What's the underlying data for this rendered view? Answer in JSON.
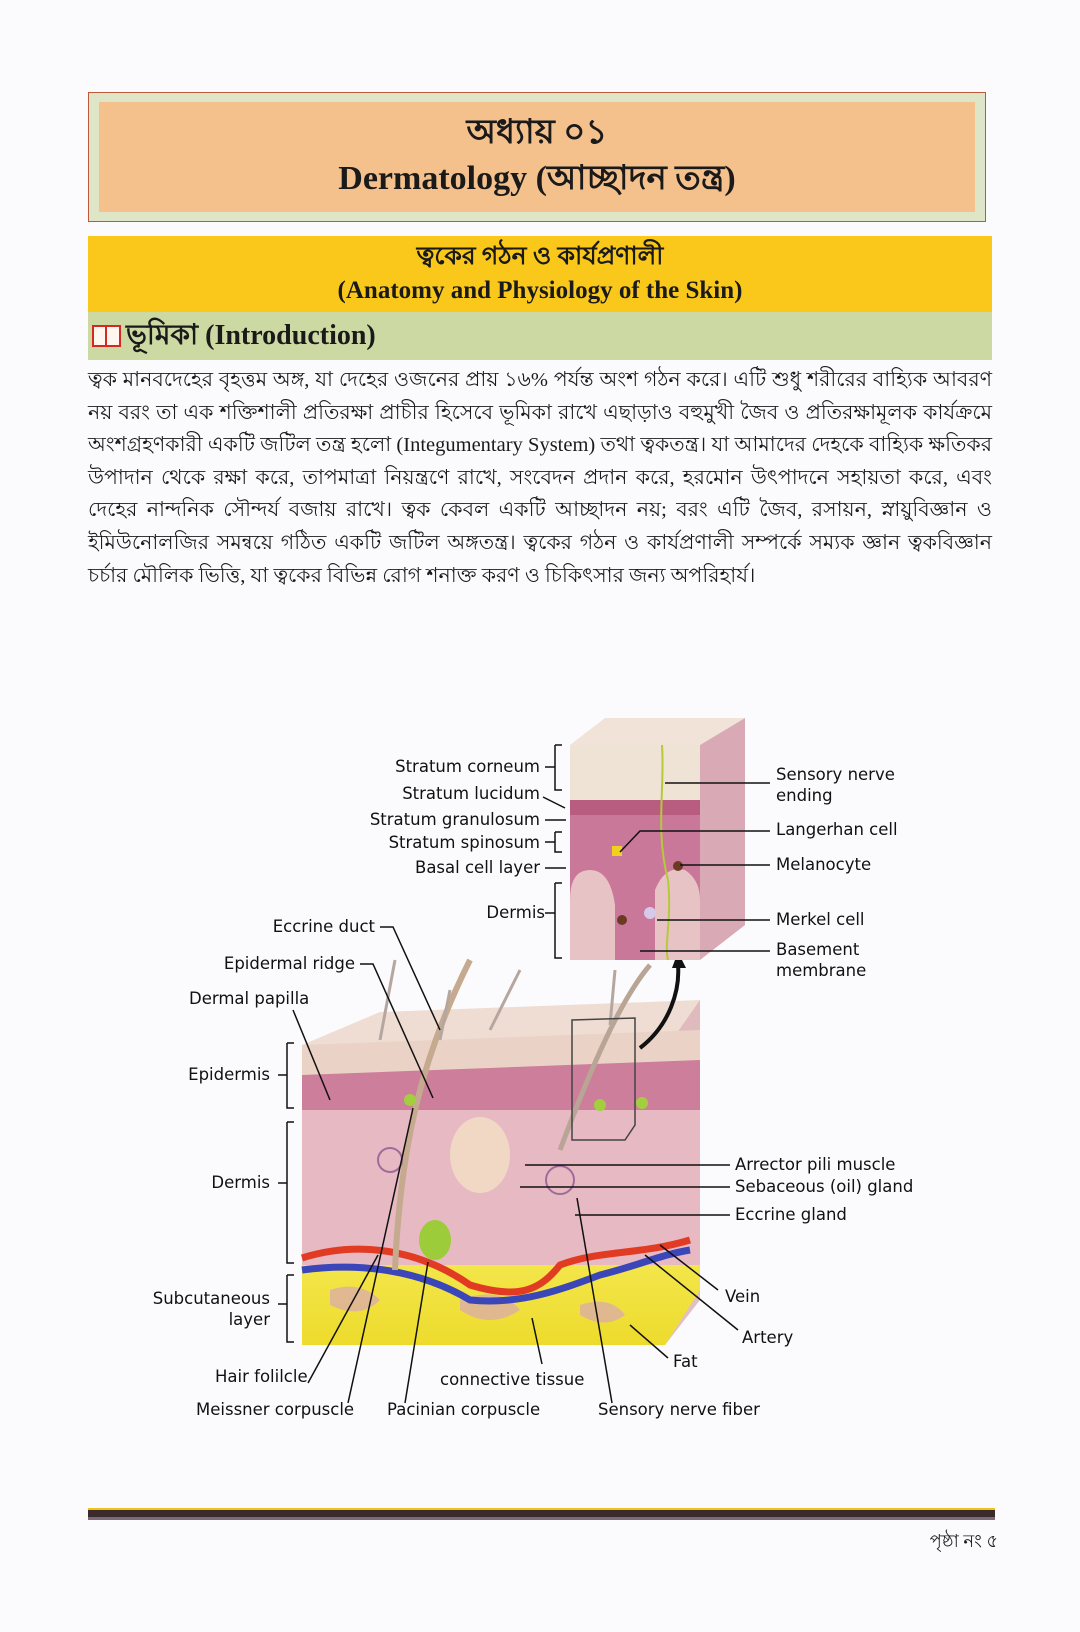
{
  "header": {
    "chapter_number": "অধ্যায় ০১",
    "chapter_title": "Dermatology (আচ্ছাদন তন্ত্র)"
  },
  "topic": {
    "title_bn": "ত্বকের গঠন ও কার্যপ্রণালী",
    "title_en": "(Anatomy and Physiology of the Skin)"
  },
  "section": {
    "icon": "open-book-icon",
    "title": "ভূমিকা (Introduction)"
  },
  "body": {
    "paragraph": "ত্বক মানবদেহের বৃহত্তম অঙ্গ, যা দেহের ওজনের প্রায় ১৬% পর্যন্ত অংশ গঠন করে। এটি শুধু শরীরের বাহ্যিক আবরণ নয় বরং তা এক শক্তিশালী প্রতিরক্ষা প্রাচীর হিসেবে ভূমিকা রাখে এছাড়াও বহুমুখী জৈব ও প্রতিরক্ষামূলক কার্যক্রমে অংশগ্রহণকারী একটি জটিল তন্ত্র হলো (Integumentary System) তথা ত্বকতন্ত্র। যা আমাদের দেহকে বাহ্যিক ক্ষতিকর উপাদান থেকে রক্ষা করে, তাপমাত্রা নিয়ন্ত্রণে রাখে, সংবেদন প্রদান করে, হরমোন উৎপাদনে সহায়তা করে, এবং দেহের নান্দনিক সৌন্দর্য বজায় রাখে। ত্বক কেবল একটি আচ্ছাদন নয়; বরং এটি জৈব, রসায়ন, স্নায়ুবিজ্ঞান ও ইমিউনোলজির সমন্বয়ে গঠিত একটি জটিল অঙ্গতন্ত্র। ত্বকের গঠন ও কার্যপ্রণালী সম্পর্কে সম্যক জ্ঞান ত্বকবিজ্ঞান চর্চার মৌলিক ভিত্তি, যা ত্বকের বিভিন্ন রোগ শনাক্ত করণ ও চিকিৎসার জন্য অপরিহার্য।"
  },
  "diagram": {
    "inset_left_labels": [
      "Stratum corneum",
      "Stratum lucidum",
      "Stratum granulosum",
      "Stratum spinosum",
      "Basal cell layer",
      "Dermis"
    ],
    "inset_right_labels": [
      "Sensory nerve",
      "ending",
      "Langerhan cell",
      "Melanocyte",
      "Merkel cell",
      "Basement",
      "membrane"
    ],
    "left_labels": [
      "Eccrine duct",
      "Epidermal ridge",
      "Dermal papilla",
      "Epidermis",
      "Dermis",
      "Subcutaneous",
      "layer"
    ],
    "right_labels": [
      "Arrector pili muscle",
      "Sebaceous (oil) gland",
      "Eccrine gland",
      "Vein",
      "Artery",
      "Fat"
    ],
    "bottom_labels": [
      "Hair folilcle",
      "Meissner corpuscle",
      "connective tissue",
      "Pacinian corpuscle",
      "Sensory nerve fiber"
    ]
  },
  "footer": {
    "page_number": "পৃষ্ঠা নং ৫"
  },
  "colors": {
    "chapter_bg": "#f4c08c",
    "chapter_border": "#dfe6c8",
    "topic_band": "#f9c81a",
    "intro_band": "#cdd9a3",
    "icon_red": "#d6281e"
  }
}
